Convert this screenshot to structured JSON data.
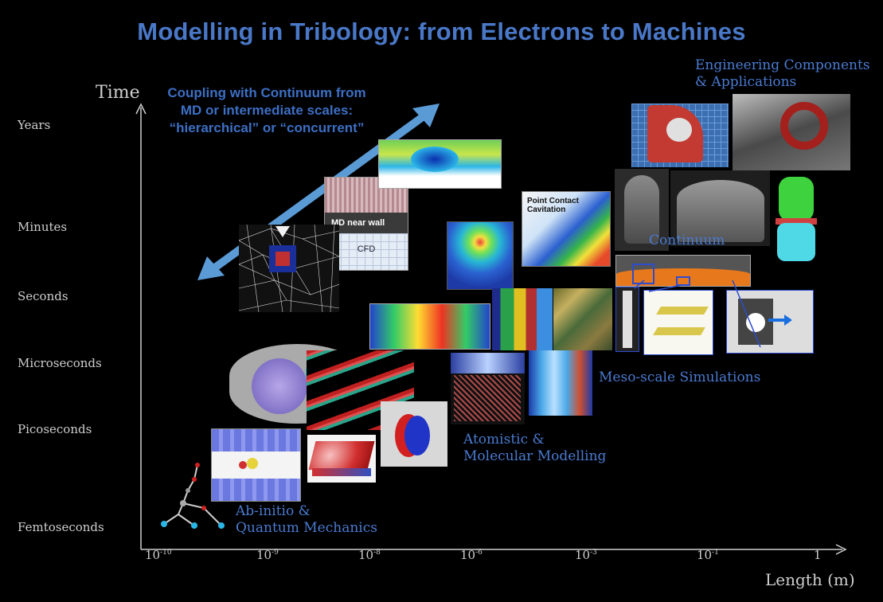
{
  "title": "Modelling in Tribology: from Electrons to Machines",
  "axes": {
    "y_title": "Time",
    "x_title": "Length (m)",
    "y_ticks": [
      "Years",
      "Minutes",
      "Seconds",
      "Microseconds",
      "Picoseconds",
      "Femtoseconds"
    ],
    "x_ticks": [
      "10",
      "10",
      "10",
      "10",
      "10",
      "10",
      "1"
    ],
    "x_exponents": [
      "-10",
      "-9",
      "-8",
      "-6",
      "-3",
      "-1",
      ""
    ]
  },
  "coupling": {
    "line1": "Coupling with Continuum from",
    "line2": "MD or intermediate scales:",
    "line3": "“hierarchical” or “concurrent”"
  },
  "scales": {
    "engineering_line1": "Engineering Components",
    "engineering_line2": "& Applications",
    "continuum": "Continuum",
    "meso": "Meso-scale Simulations",
    "atomistic_line1": "Atomistic &",
    "atomistic_line2": "Molecular Modelling",
    "abinitio_line1": "Ab-initio &",
    "abinitio_line2": "Quantum Mechanics"
  },
  "figure_labels": {
    "md_near_wall": "MD near wall",
    "cfd": "CFD",
    "point_contact_line1": "Point Contact",
    "point_contact_line2": "Cavitation"
  }
}
